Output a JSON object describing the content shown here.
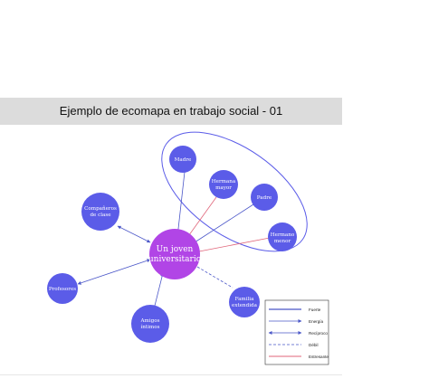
{
  "title": "Ejemplo de ecomapa en trabajo social - 01",
  "center": {
    "label_lines": [
      "Un joven",
      "universitario"
    ],
    "color": "#b145e6"
  },
  "nodes": [
    {
      "id": "madre",
      "label_lines": [
        "Madre"
      ]
    },
    {
      "id": "hermana-mayor",
      "label_lines": [
        "Hermana",
        "mayor"
      ]
    },
    {
      "id": "padre",
      "label_lines": [
        "Padre"
      ]
    },
    {
      "id": "hermano-menor",
      "label_lines": [
        "Hermano",
        "menor"
      ]
    },
    {
      "id": "companeros",
      "label_lines": [
        "Compañeros",
        "de clase"
      ]
    },
    {
      "id": "profesores",
      "label_lines": [
        "Profesores"
      ]
    },
    {
      "id": "amigos",
      "label_lines": [
        "Amigos",
        "íntimos"
      ]
    },
    {
      "id": "familia",
      "label_lines": [
        "Familia",
        "extendida"
      ]
    }
  ],
  "colors": {
    "node": "#5b5ce8",
    "connector": "#4a56c8",
    "stress": "#e0657a",
    "family_group": "#5b5ce8"
  },
  "legend": {
    "items": [
      {
        "label": "Fuerte",
        "style": "strong"
      },
      {
        "label": "Energía",
        "style": "energy"
      },
      {
        "label": "Recíproco",
        "style": "reciprocal"
      },
      {
        "label": "Débil",
        "style": "weak"
      },
      {
        "label": "Estresante",
        "style": "stressful"
      }
    ]
  }
}
